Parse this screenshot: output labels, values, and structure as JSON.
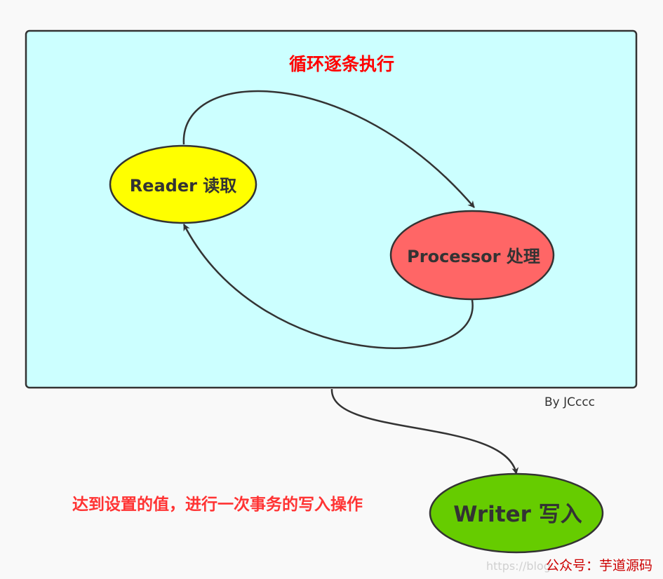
{
  "loop_box": {
    "title": "循环逐条执行",
    "fill": "#ccffff",
    "stroke": "#333333"
  },
  "nodes": {
    "reader": {
      "label": "Reader 读取",
      "fill": "#ffff00"
    },
    "processor": {
      "label": "Processor 处理",
      "fill": "#ff6666"
    },
    "writer": {
      "label": "Writer 写入",
      "fill": "#66cc00"
    }
  },
  "annotations": {
    "commit_note": "达到设置的值，进行一次事务的写入操作",
    "author_credit": "By JCccc"
  },
  "watermark": {
    "url_fragment": "https://blog",
    "account": "公众号：芋道源码",
    "account_color": "#cc0000"
  },
  "colors": {
    "title_red": "#ff0000",
    "note_red": "#ff3333",
    "edge": "#333333",
    "node_text": "#333333"
  }
}
